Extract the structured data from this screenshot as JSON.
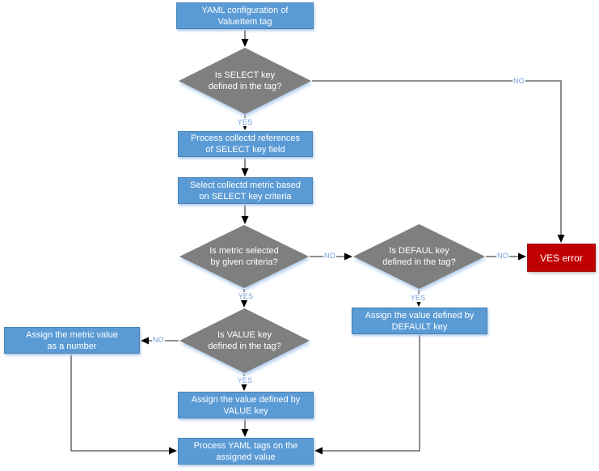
{
  "flowchart": {
    "nodes": {
      "yaml_config": {
        "label": "YAML configuration of\nValueItem tag",
        "type": "process"
      },
      "is_select_key": {
        "label": "Is SELECT key\ndefined in the tag?",
        "type": "decision"
      },
      "process_references": {
        "label": "Process collectd references\nof SELECT key field",
        "type": "process"
      },
      "select_metric": {
        "label": "Select collectd metric based\non SELECT key criteria",
        "type": "process"
      },
      "is_metric_selected": {
        "label": "Is metric selected\nby given criteria?",
        "type": "decision"
      },
      "is_default_key": {
        "label": "Is DEFAUL key\ndefined in the tag?",
        "type": "decision"
      },
      "ves_error": {
        "label": "VES error",
        "type": "error"
      },
      "assign_default": {
        "label": "Assign the value defined by\nDEFAULT key",
        "type": "process"
      },
      "is_value_key": {
        "label": "Is VALUE key\ndefined in the tag?",
        "type": "decision"
      },
      "assign_number": {
        "label": "Assign the metric value\nas a number",
        "type": "process"
      },
      "assign_value": {
        "label": "Assign the value defined by\nVALUE key",
        "type": "process"
      },
      "process_yaml_tags": {
        "label": "Process YAML tags on the\nassigned value",
        "type": "process"
      }
    },
    "edge_labels": {
      "yes": "YES",
      "no": "NO"
    },
    "colors": {
      "process_fill": "#5B9BD5",
      "process_border": "#4A82B4",
      "decision_fill": "#7F7F7F",
      "error_fill": "#C00000",
      "error_border": "#A21616",
      "edge_label_text": "#6F9FD8",
      "connector_line": "#4D4D4D",
      "arrowhead": "#000000",
      "shadow_glow": "#ADCBEC"
    }
  }
}
